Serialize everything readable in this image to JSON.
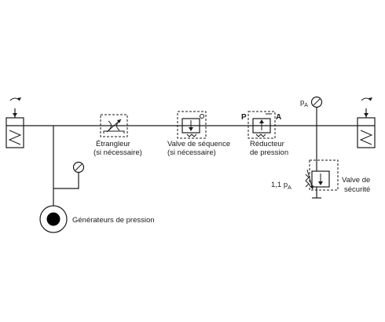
{
  "labels": {
    "etrangleur_1": "Étrangleur",
    "etrangleur_2": "(si nécessaire)",
    "sequence_1": "Valve de séquence",
    "sequence_2": "(si nécessaire)",
    "reducteur_1": "Réducteur",
    "reducteur_2": "de pression",
    "port_p": "P",
    "port_a": "A",
    "pa_main": "p",
    "pa_sub": "A",
    "pa2_coef": "1,1 p",
    "pa2_sub": "A",
    "securite_1": "Valve de",
    "securite_2": "sécurité",
    "generateurs": "Générateurs de pression"
  },
  "colors": {
    "line": "#1a1a1a",
    "background": "#ffffff"
  }
}
